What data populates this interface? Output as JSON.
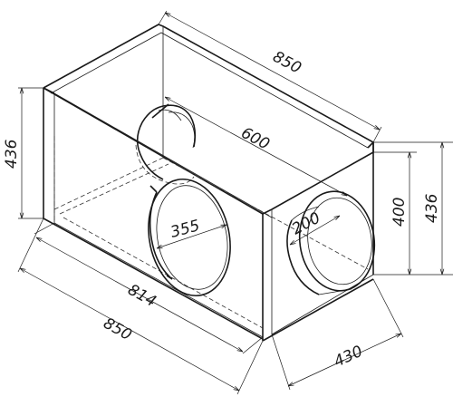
{
  "dimensions": {
    "top_length": "850",
    "inner_length": "600",
    "left_height": "436",
    "right_height_outer": "436",
    "right_height_inner": "400",
    "large_port_diameter": "355",
    "small_port_diameter": "200",
    "bottom_inner_length": "814",
    "bottom_length": "850",
    "depth": "430"
  }
}
